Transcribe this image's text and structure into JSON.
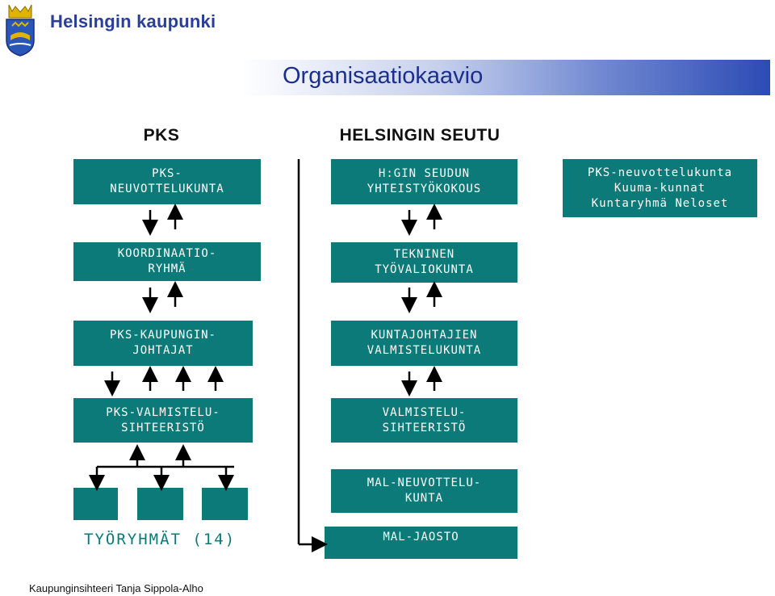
{
  "header": {
    "logo_text": "Helsingin kaupunki",
    "title": "Organisaatiokaavio"
  },
  "columns": {
    "left_heading": "PKS",
    "middle_heading": "HELSINGIN SEUTU"
  },
  "boxes": {
    "pks_neuvottelukunta": "PKS-\nNEUVOTTELUKUNTA",
    "koordinaatio": "KOORDINAATIO-\nRYHMÄ",
    "pks_kaupunginjohtajat": "PKS-KAUPUNGIN-\nJOHTAJAT",
    "pks_valmistelusihteeristo": "PKS-VALMISTELU-\nSIHTEERISTÖ",
    "hgin_seudun": "H:GIN SEUDUN\nYHTEISTYÖKOKOUS",
    "tekninen": "TEKNINEN\nTYÖVALIOKUNTA",
    "kuntajohtajien": "KUNTAJOHTAJIEN\nVALMISTELUKUNTA",
    "valmistelusihteeristo": "VALMISTELU-\nSIHTEERISTÖ",
    "mal_neuvottelukunta": "MAL-NEUVOTTELU-\nKUNTA",
    "mal_jaosto": "MAL-JAOSTO",
    "pks_neuvottelukunta_right": "PKS-neuvottelukunta\nKuuma-kunnat\nKuntaryhmä Neloset"
  },
  "labels": {
    "tyoryhmat": "TYÖRYHMÄT (14)"
  },
  "footer": {
    "author": "Kaupunginsihteeri Tanja Sippola-Alho"
  },
  "colors": {
    "box_teal": "#0b7a78",
    "title_blue": "#1b2f8c",
    "logo_blue": "#2a3f9a"
  }
}
